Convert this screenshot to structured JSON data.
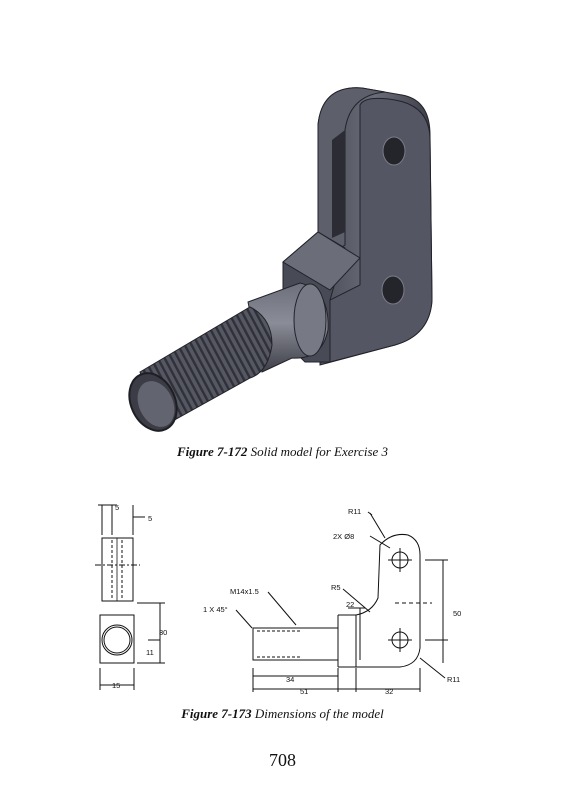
{
  "figure1": {
    "number": "Figure 7-172",
    "title": "Solid model for Exercise 3"
  },
  "figure2": {
    "number": "Figure 7-173",
    "title": "Dimensions of the model",
    "dims": {
      "top_width": "5",
      "top_right": "5",
      "side_height": "30",
      "side_lower": "11",
      "side_width": "15",
      "r_top": "R11",
      "holes": "2X Ø8",
      "r_fillet": "R5",
      "thread": "M14x1.5",
      "chamfer": "1 X 45°",
      "shoulder": "22",
      "vertical": "50",
      "thread_len": "34",
      "shank_len": "51",
      "arm_len": "32",
      "r_bottom": "R11"
    }
  },
  "page_number": "708"
}
